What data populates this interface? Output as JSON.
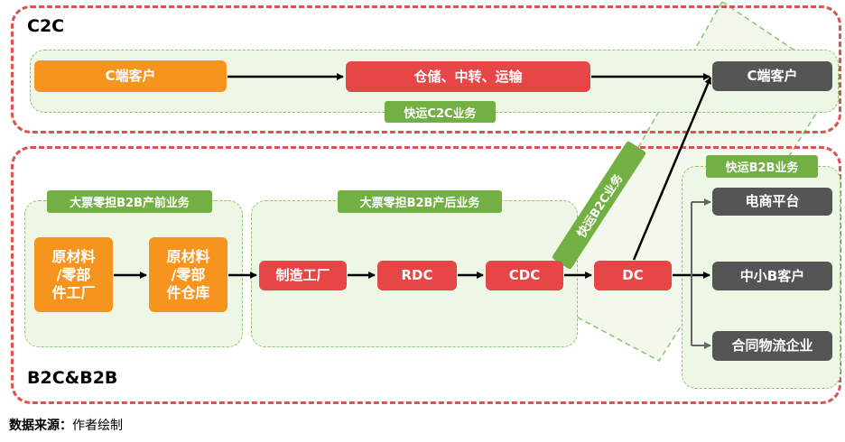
{
  "c2c": {
    "label": "C2C",
    "customer_src": "C端客户",
    "logistics": "仓储、中转、运输",
    "customer_dst": "C端客户",
    "business_tag": "快运C2C业务"
  },
  "b2c_b2b": {
    "label": "B2C&B2B",
    "pre_tag": "大票零担B2B产前业务",
    "post_tag": "大票零担B2B产后业务",
    "b2c_tag": "快运B2C业务",
    "b2b_tag": "快运B2B业务",
    "nodes": {
      "raw_factory": [
        "原材料",
        "/零部",
        "件工厂"
      ],
      "raw_warehouse": [
        "原材料",
        "/零部",
        "件仓库"
      ],
      "manufacturer": "制造工厂",
      "rdc": "RDC",
      "cdc": "CDC",
      "dc": "DC"
    },
    "destinations": [
      "电商平台",
      "中小B客户",
      "合同物流企业"
    ]
  },
  "caption": {
    "label": "数据来源：",
    "value": "作者绘制"
  },
  "colors": {
    "orange": "#f7941d",
    "red": "#e64646",
    "gray": "#555555",
    "green": "#72b043",
    "border_red": "#d9534f"
  }
}
